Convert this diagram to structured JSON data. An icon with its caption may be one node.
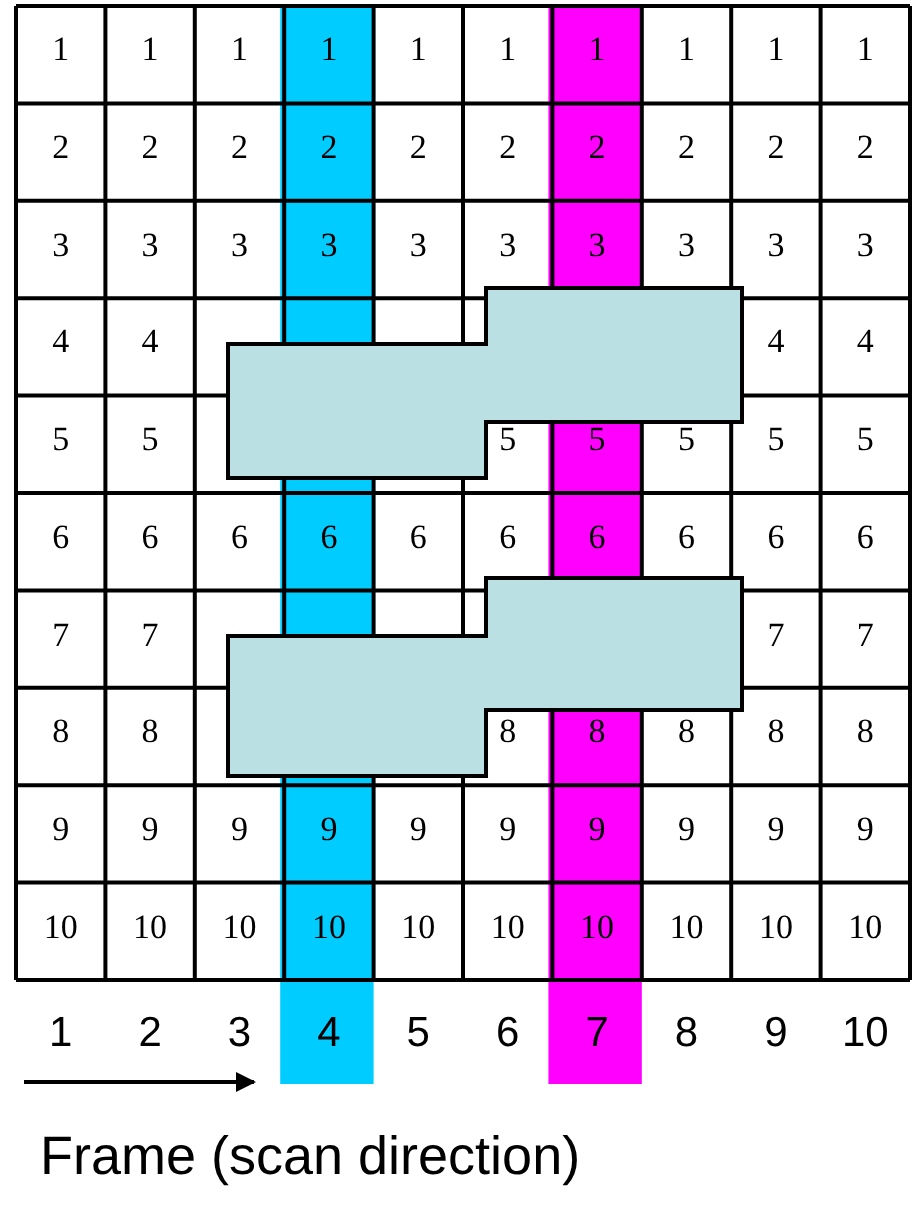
{
  "diagram": {
    "caption": "Frame (scan direction)",
    "labels": [
      "1",
      "1",
      "1",
      "1",
      "1",
      "1",
      "1",
      "1",
      "1",
      "1",
      "2",
      "2",
      "2",
      "2",
      "2",
      "2",
      "2",
      "2",
      "2",
      "2",
      "3",
      "3",
      "3",
      "3",
      "3",
      "3",
      "3",
      "3",
      "3",
      "3",
      "4",
      "4",
      "4",
      "4",
      "5",
      "5",
      "5",
      "5",
      "5",
      "5",
      "5",
      "6",
      "6",
      "6",
      "6",
      "6",
      "6",
      "6",
      "6",
      "6",
      "6",
      "7",
      "7",
      "7",
      "7",
      "8",
      "8",
      "8",
      "8",
      "8",
      "8",
      "8",
      "9",
      "9",
      "9",
      "9",
      "9",
      "9",
      "9",
      "9",
      "9",
      "9",
      "10",
      "10",
      "10",
      "10",
      "10",
      "10",
      "10",
      "10",
      "10",
      "10",
      "1",
      "2",
      "3",
      "4",
      "5",
      "6",
      "7",
      "8",
      "9",
      "10"
    ]
  }
}
